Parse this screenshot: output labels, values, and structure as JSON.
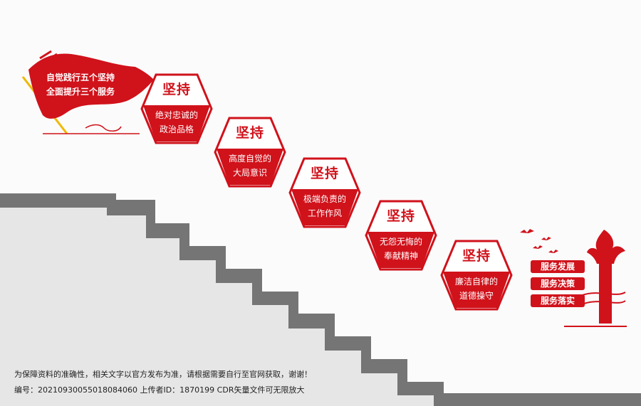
{
  "flag": {
    "line1": "自觉践行五个坚持",
    "line2": "全面提升三个服务"
  },
  "steps": [
    {
      "title": "坚持",
      "line1": "绝对忠诚的",
      "line2": "政治品格"
    },
    {
      "title": "坚持",
      "line1": "高度自觉的",
      "line2": "大局意识"
    },
    {
      "title": "坚持",
      "line1": "极端负责的",
      "line2": "工作作风"
    },
    {
      "title": "坚持",
      "line1": "无怨无悔的",
      "line2": "奉献精神"
    },
    {
      "title": "坚持",
      "line1": "廉洁自律的",
      "line2": "道德操守"
    }
  ],
  "services": [
    "服务发展",
    "服务决策",
    "服务落实"
  ],
  "footer": {
    "disclaimer": "为保障资料的准确性，相关文字以官方发布为准，请根据需要自行至官网获取，谢谢！",
    "info": "编号：20210930055018084060 上传者ID：1870199 CDR矢量文件可无限放大"
  },
  "colors": {
    "accent": "#d0121b",
    "stairs": "#757575",
    "wall": "#e6e6e6"
  }
}
